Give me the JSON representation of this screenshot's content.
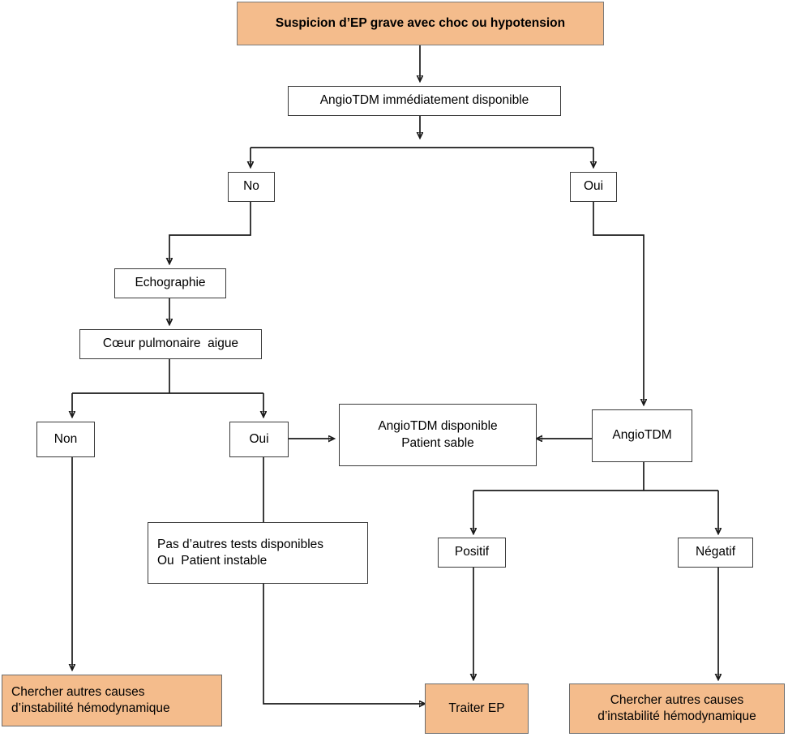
{
  "diagram": {
    "title_node": "Suspicion d’EP grave avec choc ou hypotension",
    "nodes": {
      "suspicion": "Suspicion d’EP grave avec choc ou hypotension",
      "angiotdm_immediat": "AngioTDM immédiatement disponible",
      "branch_no": "No",
      "branch_oui": "Oui",
      "echographie": "Echographie",
      "coeur_pulmonaire": "Cœur pulmonaire  aigue",
      "coeur_non": "Non",
      "coeur_oui": "Oui",
      "angiotdm_disponible_l1": "AngioTDM disponible",
      "angiotdm_disponible_l2": "Patient sable",
      "angiotdm": "AngioTDM",
      "pas_tests_l1": "Pas d’autres tests disponibles",
      "pas_tests_l2": "Ou  Patient instable",
      "positif": "Positif",
      "negatif": "Négatif",
      "chercher_gauche_l1": "Chercher autres causes",
      "chercher_gauche_l2": "d’instabilité hémodynamique",
      "traiter_ep": "Traiter EP",
      "chercher_droite_l1": "Chercher autres causes",
      "chercher_droite_l2": "d’instabilité hémodynamique"
    },
    "colors": {
      "accent_fill": "#F4BC8C",
      "box_fill": "#FFFFFF",
      "border": "#3A3A3A",
      "connector": "#1A1A1A",
      "text": "#000000"
    }
  }
}
